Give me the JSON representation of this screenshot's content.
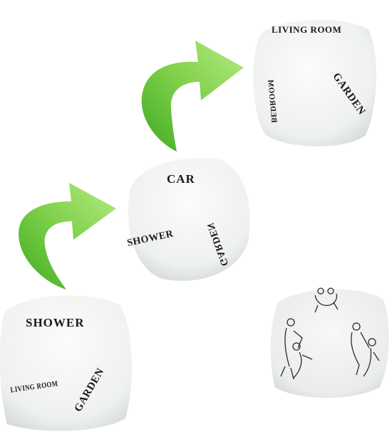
{
  "dice": {
    "top_right": {
      "top_face": "LIVING ROOM",
      "left_face": "BEDROOM",
      "right_face": "GARDEN"
    },
    "middle": {
      "top_face": "CAR",
      "left_face": "SHOWER",
      "right_face": "GARDEN"
    },
    "bottom_left": {
      "top_face": "SHOWER",
      "left_face": "LIVING ROOM",
      "right_face": "GARDEN"
    },
    "bottom_right": {
      "faces": [
        "position-figures-icon",
        "position-figures-icon",
        "position-figures-icon"
      ]
    }
  },
  "colors": {
    "arrow_light": "#a6e36a",
    "arrow_dark": "#4cb82b",
    "die_face": "#f2f4f2",
    "die_shadow": "#d8dcd8",
    "text": "#1a1a1a"
  }
}
